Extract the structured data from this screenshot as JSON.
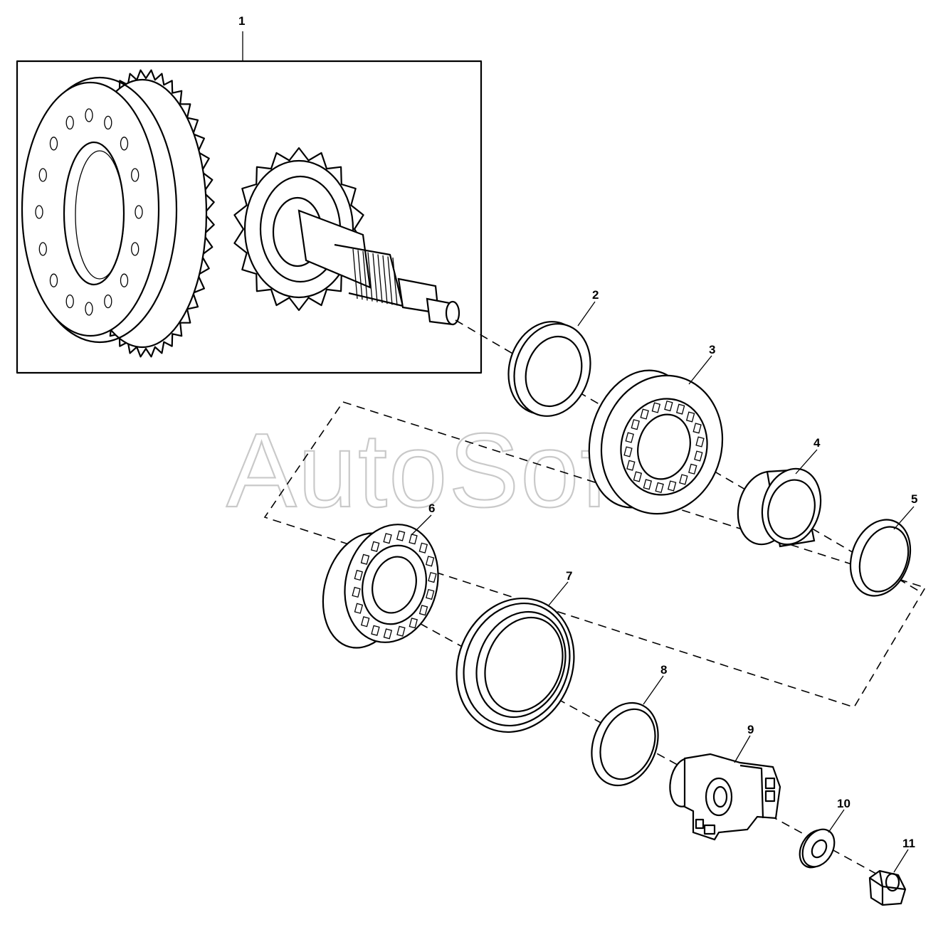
{
  "diagram": {
    "watermark": "AutoSoft",
    "parts": [
      {
        "id": "1"
      },
      {
        "id": "2"
      },
      {
        "id": "3"
      },
      {
        "id": "4"
      },
      {
        "id": "5"
      },
      {
        "id": "6"
      },
      {
        "id": "7"
      },
      {
        "id": "8"
      },
      {
        "id": "9"
      },
      {
        "id": "10"
      },
      {
        "id": "11"
      }
    ]
  }
}
